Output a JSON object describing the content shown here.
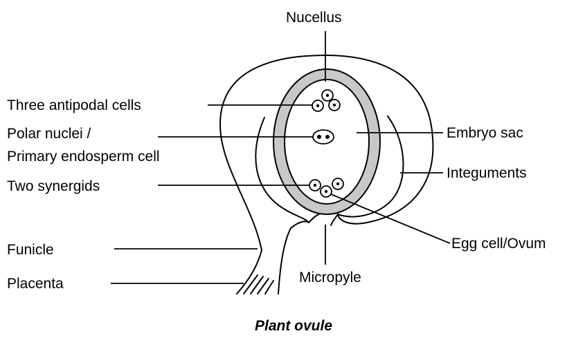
{
  "labels": {
    "nucellus": "Nucellus",
    "antipodal": "Three antipodal cells",
    "polar_line1": "Polar nuclei /",
    "polar_line2": "Primary endosperm cell",
    "synergids": "Two synergids",
    "funicle": "Funicle",
    "placenta": "Placenta",
    "embryo_sac": "Embryo sac",
    "integuments": "Integuments",
    "egg_cell": "Egg cell/Ovum",
    "micropyle": "Micropyle"
  },
  "caption": "Plant ovule",
  "colors": {
    "nucellus_fill": "#c8c8c8",
    "line": "#000000",
    "background": "#ffffff"
  }
}
